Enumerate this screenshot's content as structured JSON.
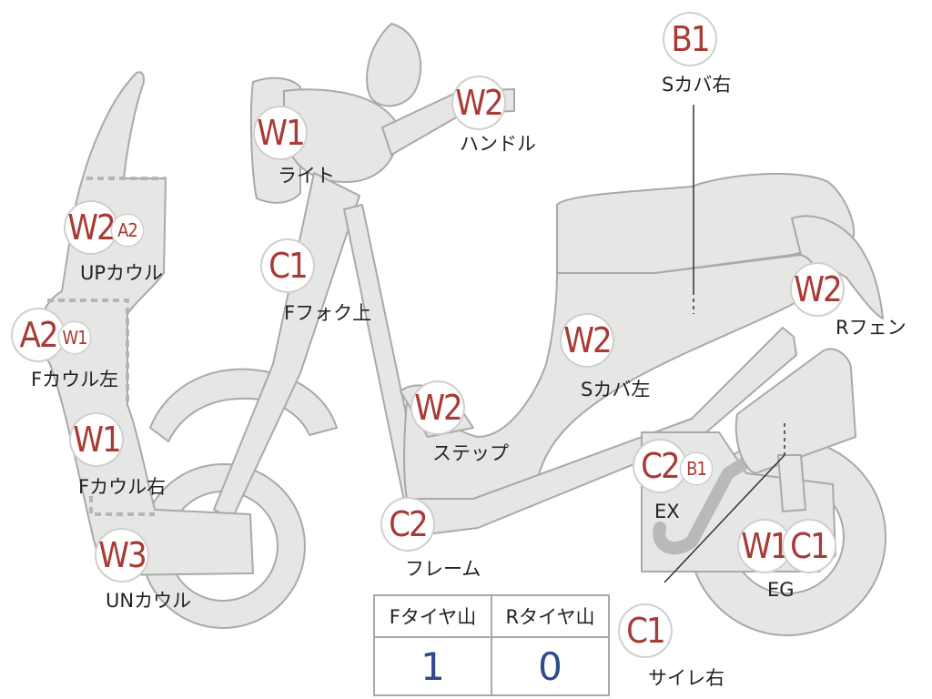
{
  "colors": {
    "part_fill": "#e6e6e4",
    "part_edge": "#a9aaa7",
    "badge_text": "#a93a35",
    "value_text": "#2f4b8a"
  },
  "badges": {
    "light": "W1",
    "handle": "W2",
    "s_cover_right": "B1",
    "up_cowl": "W2",
    "up_cowl_sub": "A2",
    "f_fork": "C1",
    "r_fender": "W2",
    "f_cowl_left": "A2",
    "f_cowl_left_sub": "W1",
    "s_cover_left": "W2",
    "step": "W2",
    "f_cowl_right": "W1",
    "ex": "C2",
    "ex_sub": "B1",
    "frame": "C2",
    "un_cowl": "W3",
    "eg_1": "W1",
    "eg_2": "C1",
    "silencer_right": "C1"
  },
  "labels": {
    "light": "ライト",
    "handle": "ハンドル",
    "s_cover_right": "Sカバ右",
    "up_cowl": "UPカウル",
    "f_fork": "Fフォク上",
    "r_fender": "Rフェン",
    "f_cowl_left": "Fカウル左",
    "s_cover_left": "Sカバ左",
    "step": "ステップ",
    "f_cowl_right": "Fカウル右",
    "ex": "EX",
    "frame": "フレーム",
    "un_cowl": "UNカウル",
    "eg": "EG",
    "silencer_right": "サイレ右"
  },
  "tire_table": {
    "front_header": "Fタイヤ山",
    "rear_header": "Rタイヤ山",
    "front_value": "1",
    "rear_value": "0"
  }
}
